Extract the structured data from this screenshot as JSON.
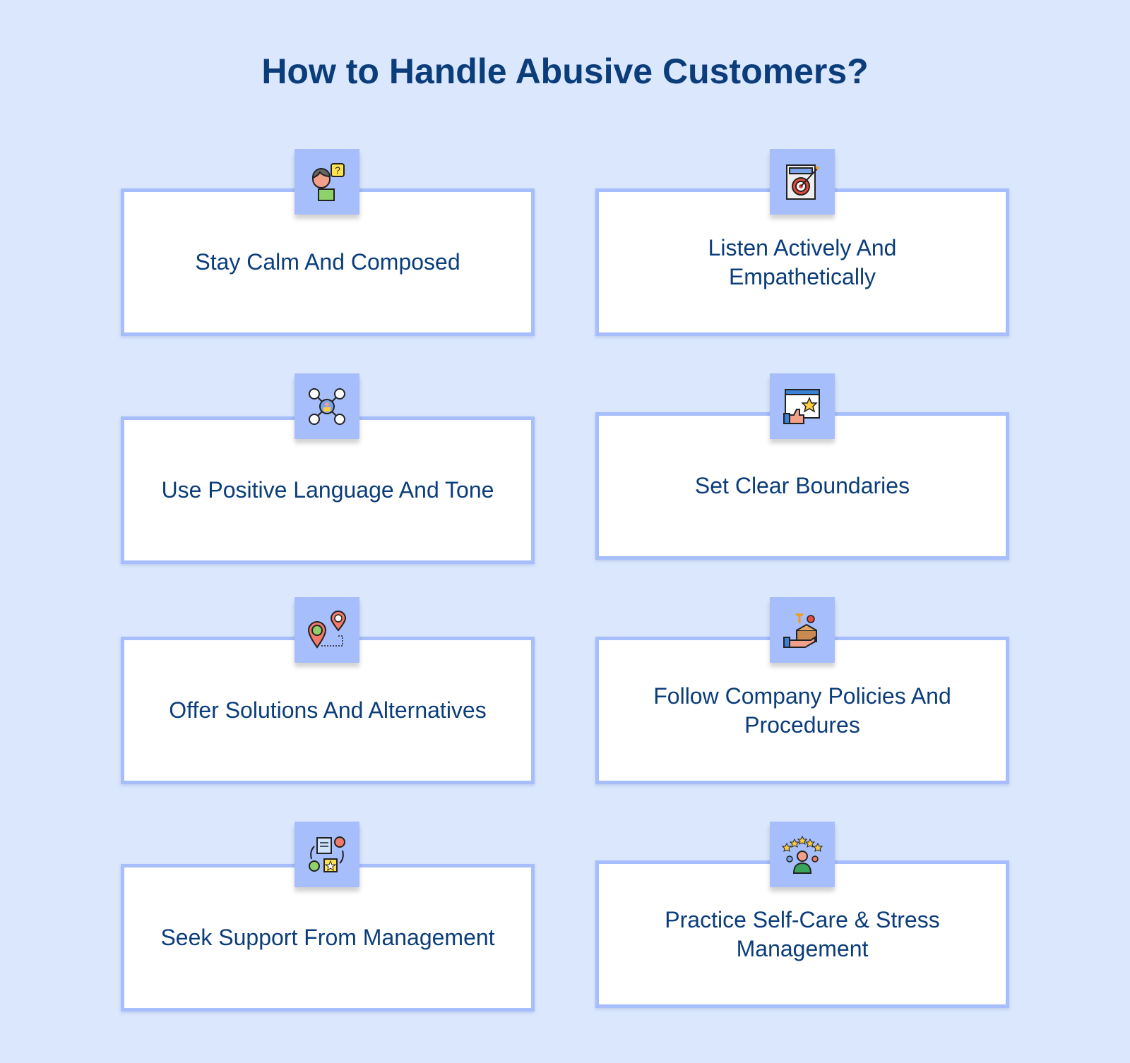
{
  "title": "How to Handle Abusive Customers?",
  "items": [
    {
      "label": "Stay Calm And Composed",
      "icon": "thinking-person-icon"
    },
    {
      "label": "Listen Actively And Empathetically",
      "icon": "target-icon"
    },
    {
      "label": "Use Positive Language And Tone",
      "icon": "network-icon"
    },
    {
      "label": "Set Clear Boundaries",
      "icon": "review-thumbs-up-icon"
    },
    {
      "label": "Offer Solutions And Alternatives",
      "icon": "location-route-icon"
    },
    {
      "label": "Follow Company Policies And Procedures",
      "icon": "box-tools-icon"
    },
    {
      "label": "Seek Support From Management",
      "icon": "support-exchange-icon"
    },
    {
      "label": "Practice Self-Care & Stress Management",
      "icon": "rated-person-icon"
    }
  ]
}
